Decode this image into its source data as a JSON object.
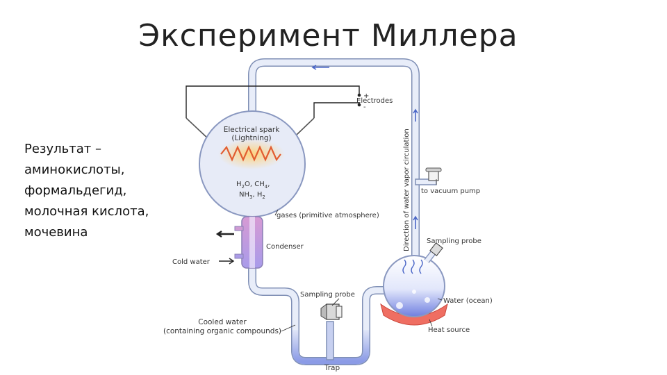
{
  "slide": {
    "title": "Эксперимент Миллера",
    "result_lines": [
      "Результат –",
      "аминокислоты,",
      "формальдегид,",
      "молочная кислота,",
      "мочевина"
    ]
  },
  "diagram": {
    "plus": "+",
    "minus": "-",
    "electrodes": "Electrodes",
    "spark_line1": "Electrical spark",
    "spark_line2": "(Lightning)",
    "gas_h2o": "H",
    "gas_sub2": "2",
    "gas_o": "O, CH",
    "gas_sub4": "4",
    "gas_comma": ",",
    "gas_nh": "NH",
    "gas_sub3": "3",
    "gas_h2": ", H",
    "gases": "gases (primitive atmosphere)",
    "condenser": "Condenser",
    "cold_water": "Cold water",
    "direction": "Direction of water vapor circulation",
    "vacuum": "to vacuum pump",
    "sampling_probe": "Sampling probe",
    "water_ocean": "Water (ocean)",
    "heat_source": "Heat source",
    "cooled_water_1": "Cooled water",
    "cooled_water_2": "(containing organic compounds)",
    "trap": "Trap"
  }
}
